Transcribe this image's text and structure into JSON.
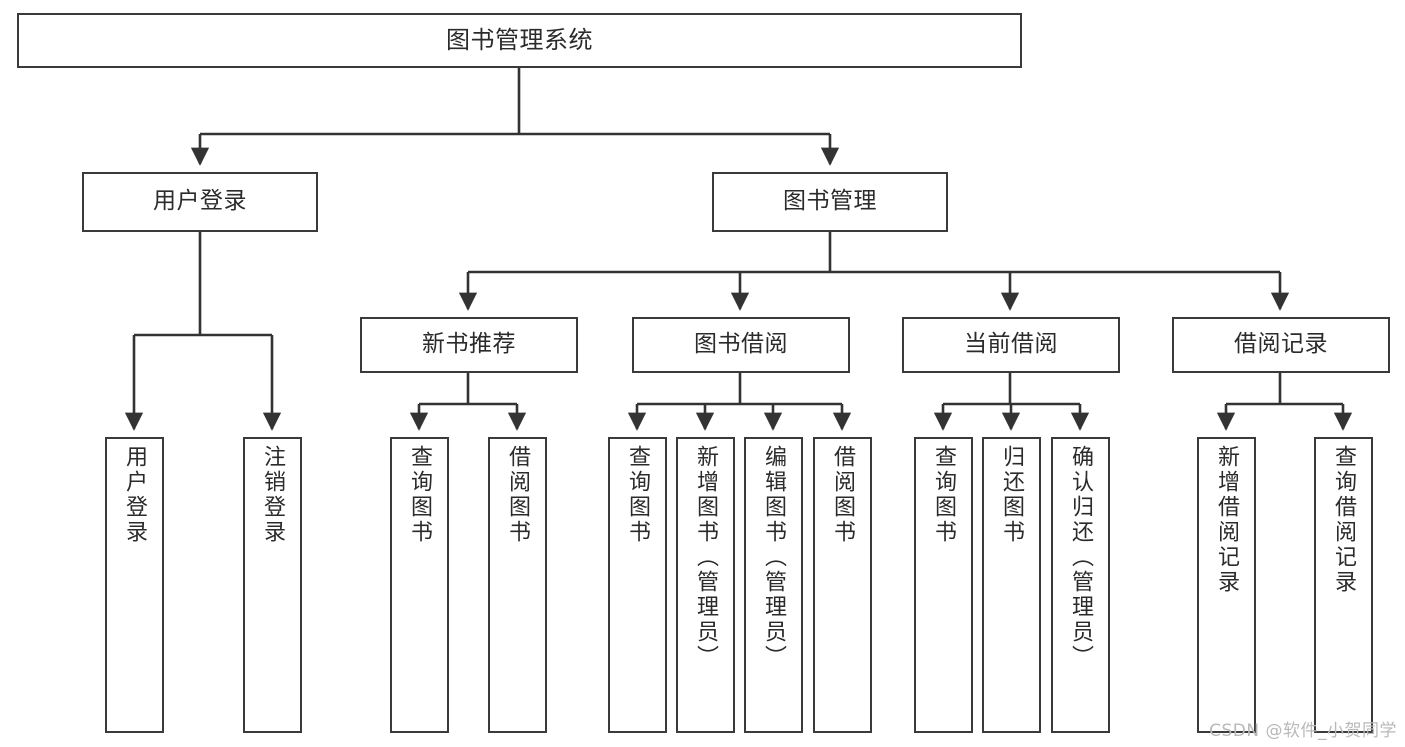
{
  "diagram": {
    "type": "tree",
    "title": "图书管理系统",
    "orientation": "top-down",
    "colors": {
      "background": "#ffffff",
      "node_border": "#3a3a3a",
      "node_fill": "#ffffff",
      "edge": "#333333",
      "text": "#2b2b2b",
      "watermark": "#b9b9b9"
    }
  },
  "nodes": {
    "root": {
      "label": "图书管理系统"
    },
    "level1": [
      {
        "id": "user-login",
        "label": "用户登录"
      },
      {
        "id": "book-manage",
        "label": "图书管理"
      }
    ],
    "level2": [
      {
        "id": "new-book-recommend",
        "label": "新书推荐"
      },
      {
        "id": "book-borrow",
        "label": "图书借阅"
      },
      {
        "id": "current-borrow",
        "label": "当前借阅"
      },
      {
        "id": "borrow-record",
        "label": "借阅记录"
      }
    ],
    "leaves": {
      "user-login": [
        {
          "id": "leaf-user-login",
          "label": "用户登录"
        },
        {
          "id": "leaf-user-logout",
          "label": "注销登录"
        }
      ],
      "new-book-recommend": [
        {
          "id": "leaf-query-book-1",
          "label": "查询图书"
        },
        {
          "id": "leaf-borrow-book-1",
          "label": "借阅图书"
        }
      ],
      "book-borrow": [
        {
          "id": "leaf-query-book-2",
          "label": "查询图书"
        },
        {
          "id": "leaf-add-book",
          "label": "新增图书（管理员）"
        },
        {
          "id": "leaf-edit-book",
          "label": "编辑图书（管理员）"
        },
        {
          "id": "leaf-borrow-book-2",
          "label": "借阅图书"
        }
      ],
      "current-borrow": [
        {
          "id": "leaf-query-book-3",
          "label": "查询图书"
        },
        {
          "id": "leaf-return-book",
          "label": "归还图书"
        },
        {
          "id": "leaf-confirm-return",
          "label": "确认归还（管理员）"
        }
      ],
      "borrow-record": [
        {
          "id": "leaf-add-record",
          "label": "新增借阅记录"
        },
        {
          "id": "leaf-query-record",
          "label": "查询借阅记录"
        }
      ]
    }
  },
  "watermark": {
    "text": "CSDN @软件_小贺同学"
  }
}
